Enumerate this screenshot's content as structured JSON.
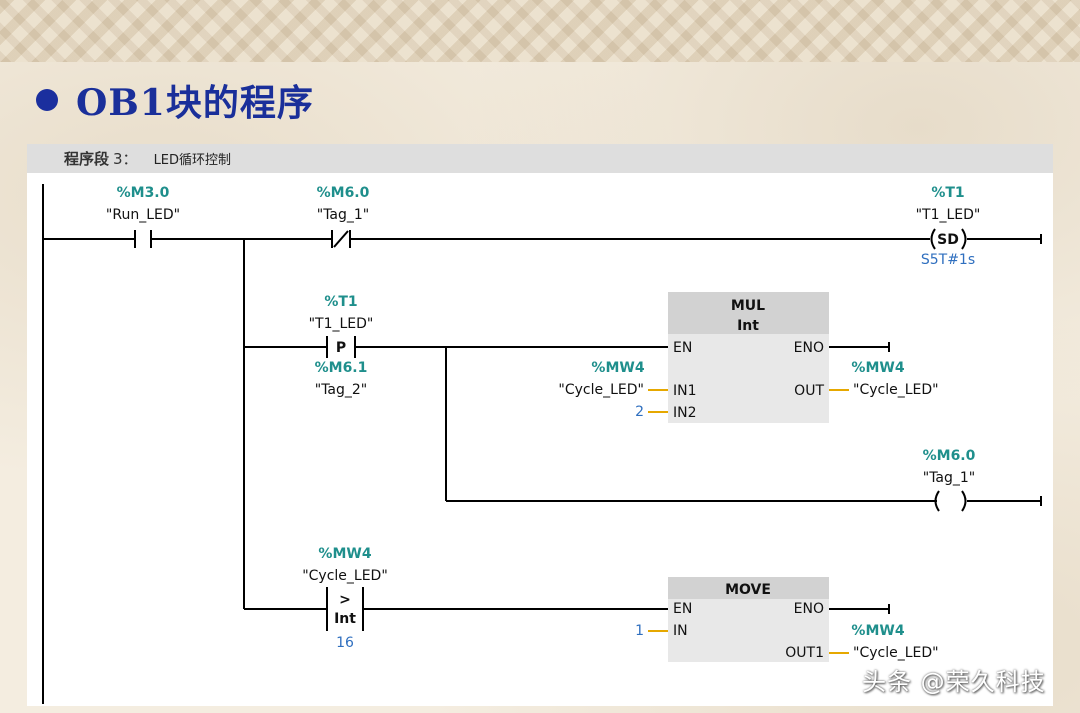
{
  "slide": {
    "title": "OB1块的程序",
    "watermark": "头条 @荣久科技"
  },
  "network": {
    "label": "程序段",
    "number": "3：",
    "title": "LED循环控制"
  },
  "rung1": {
    "contact_no": {
      "address": "%M3.0",
      "symbol": "\"Run_LED\""
    },
    "contact_nc": {
      "address": "%M6.0",
      "symbol": "\"Tag_1\""
    },
    "timer_coil": {
      "address": "%T1",
      "symbol": "\"T1_LED\"",
      "type": "SD",
      "preset": "S5T#1s"
    }
  },
  "rung2": {
    "p_contact": {
      "address": "%T1",
      "symbol": "\"T1_LED\"",
      "label": "P",
      "edge_address": "%M6.1",
      "edge_symbol": "\"Tag_2\""
    },
    "mul_box": {
      "name": "MUL",
      "type": "Int",
      "en": "EN",
      "eno": "ENO",
      "in1": "IN1",
      "in2": "IN2",
      "out": "OUT",
      "in1_address": "%MW4",
      "in1_symbol": "\"Cycle_LED\"",
      "in2_value": "2",
      "out_address": "%MW4",
      "out_symbol": "\"Cycle_LED\""
    },
    "coil": {
      "address": "%M6.0",
      "symbol": "\"Tag_1\""
    }
  },
  "rung3": {
    "compare": {
      "address": "%MW4",
      "symbol": "\"Cycle_LED\"",
      "op": ">",
      "type": "Int",
      "value": "16"
    },
    "move_box": {
      "name": "MOVE",
      "en": "EN",
      "eno": "ENO",
      "in": "IN",
      "out1": "OUT1",
      "in_value": "1",
      "out_address": "%MW4",
      "out_symbol": "\"Cycle_LED\""
    }
  },
  "colors": {
    "address": "#1f8f8c",
    "constant": "#2f6fbf",
    "wire": "#000000",
    "param_wire": "#e6a800",
    "box": "#e8e8e8",
    "box_header": "#d2d2d2"
  }
}
